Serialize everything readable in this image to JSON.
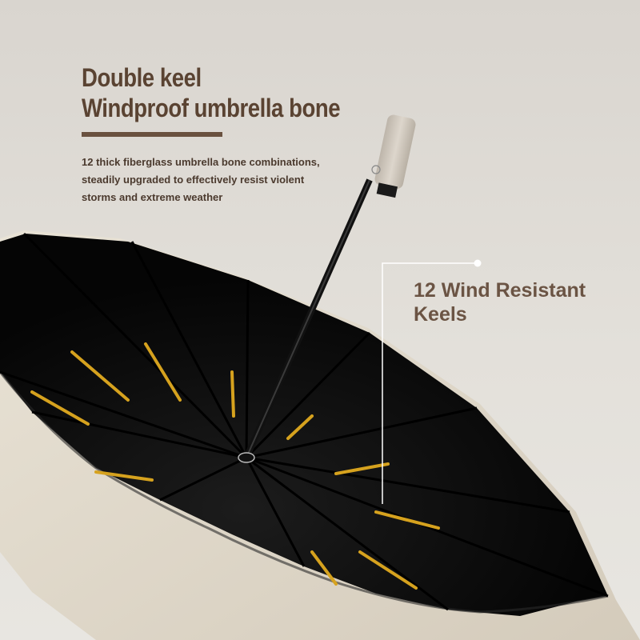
{
  "headline": {
    "line1": "Double keel",
    "line2": "Windproof umbrella bone"
  },
  "description": {
    "line1": "12 thick fiberglass umbrella bone combinations,",
    "line2": "steadily upgraded to effectively resist violent",
    "line3": "storms and extreme weather"
  },
  "callout": {
    "line1": "12 Wind Resistant",
    "line2": "Keels"
  },
  "colors": {
    "background": "#dcd8d2",
    "text_brown": "#5a4332",
    "canopy_inner": "#0d0d0d",
    "canopy_outer": "#d8d0c0",
    "rib_accent": "#d6a21e",
    "handle": "#cfc8bd"
  },
  "icons": [
    "umbrella-photo",
    "callout-dot-icon",
    "handle-logo-icon"
  ]
}
